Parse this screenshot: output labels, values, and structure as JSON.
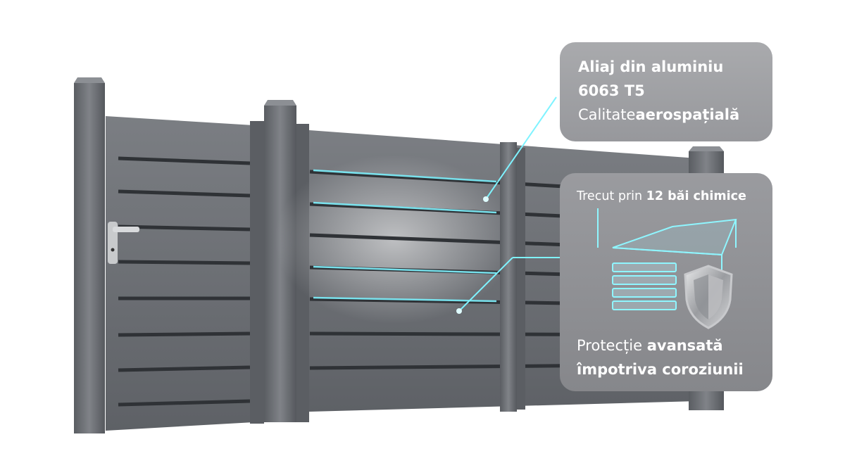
{
  "card_top": {
    "line1": "Aliaj din aluminiu",
    "line2": "6063 T5",
    "line3_normal": "Calitate",
    "line3_bold": "aerospațială"
  },
  "card_bottom": {
    "header_normal": "Trecut prin",
    "header_bold": "12 băi chimice",
    "protection_normal": "Protecție",
    "protection_bold": "avansată",
    "protection_line2": "împotriva coroziunii"
  },
  "colors": {
    "gate": "#6e7176",
    "gate_dark": "#4d5055",
    "glow": "#7ff3ff",
    "card_top": "#a3a4a7",
    "card_bottom": "#929397"
  },
  "icons": [
    "shield-icon",
    "layers-icon"
  ]
}
